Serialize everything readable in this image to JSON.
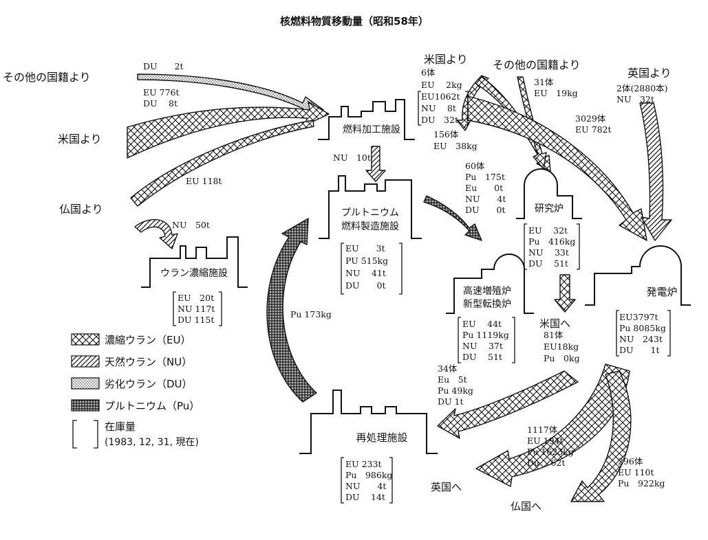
{
  "title": "核燃料物質移動量（昭和58年）",
  "sources": {
    "other_left": "その他の国籍より",
    "us_left": "米国より",
    "fr_left": "仏国より",
    "us_top": "米国より",
    "other_top": "その他の国籍より",
    "uk_top": "英国より"
  },
  "flows": {
    "other_du": "DU　　2t",
    "us_eu": "EU 776t",
    "us_du": "DU　 8t",
    "fr_eu": "EU 118t",
    "fr_nu": "NU　50t",
    "fab_nu": "NU　10t",
    "us_top_count": "6体",
    "us_top_eu": "EU　 2kg",
    "us_top_eu2": "EU1062t",
    "us_top_nu": "NU　 8t",
    "us_top_du": "DU　32t",
    "us_top_fuel": "156体",
    "us_top_fuel_eu": "EU　38kg",
    "other_top_count": "31体",
    "other_top_eu": "EU　19kg",
    "power_count": "3029体",
    "power_eu": "EU 782t",
    "uk_count": "2体(2880本)",
    "uk_nu": "NU　32t",
    "pu_to_fbr_count": "60体",
    "pu_to_fbr_pu": "Pu　175t",
    "pu_to_fbr_eu": "Eu　　0t",
    "pu_to_fbr_nu": "NU　　4t",
    "pu_to_fbr_du": "DU　　0t",
    "rec_pu": "Pu 173kg",
    "to_us_label": "米国へ",
    "to_us_count": "81体",
    "to_us_eu": "EU18kg",
    "to_us_pu": "Pu　0kg",
    "fbr_to_rep_count": "34体",
    "fbr_to_rep_eu": "Eu　5t",
    "fbr_to_rep_pu": "Pu 49kg",
    "fbr_to_rep_du": "DU 1t",
    "to_uk_count": "1117体",
    "to_uk_eu": "EU 194t",
    "to_uk_pu": "Pu 1623kg",
    "to_uk_du": "Du　 62t",
    "to_fr_count": "296体",
    "to_fr_eu": "EU 110t",
    "to_fr_pu": "Pu　922kg",
    "to_uk_label": "英国へ",
    "to_fr_label": "仏国へ"
  },
  "facilities": {
    "fuel_fab": "燃料加工施設",
    "pu_fab_1": "プルトニウム",
    "pu_fab_2": "燃料製造施設",
    "enrich": "ウラン濃縮施設",
    "research": "研究炉",
    "fbr_1": "高速増殖炉",
    "fbr_2": "新型転換炉",
    "power": "発電炉",
    "reproc": "再処理施設"
  },
  "inventories": {
    "pu_fab": [
      "EU　　3t",
      "PU 515kg",
      "NU　 41t",
      "DU　　0t"
    ],
    "enrich": [
      "EU　20t",
      "NU 117t",
      "DU 115t"
    ],
    "research": [
      "EU　 32t",
      "Pu　416kg",
      "NU　 33t",
      "DU　 51t"
    ],
    "fbr": [
      "EU　 44t",
      "Pu 1119kg",
      "NU　 37t",
      "DU　 51t"
    ],
    "power": [
      "EU3797t",
      "Pu 8085kg",
      "NU　243t",
      "DU　　1t"
    ],
    "reproc": [
      "EU 233t",
      "Pu　986kg",
      "NU　　4t",
      "DU　 14t"
    ]
  },
  "legend": {
    "eu": "濃縮ウラン（EU）",
    "nu": "天然ウラン（NU）",
    "du": "劣化ウラン（DU）",
    "pu": "プルトニウム（Pu）",
    "stock_1": "在庫量",
    "stock_2": "(1983, 12, 31, 現在)"
  }
}
